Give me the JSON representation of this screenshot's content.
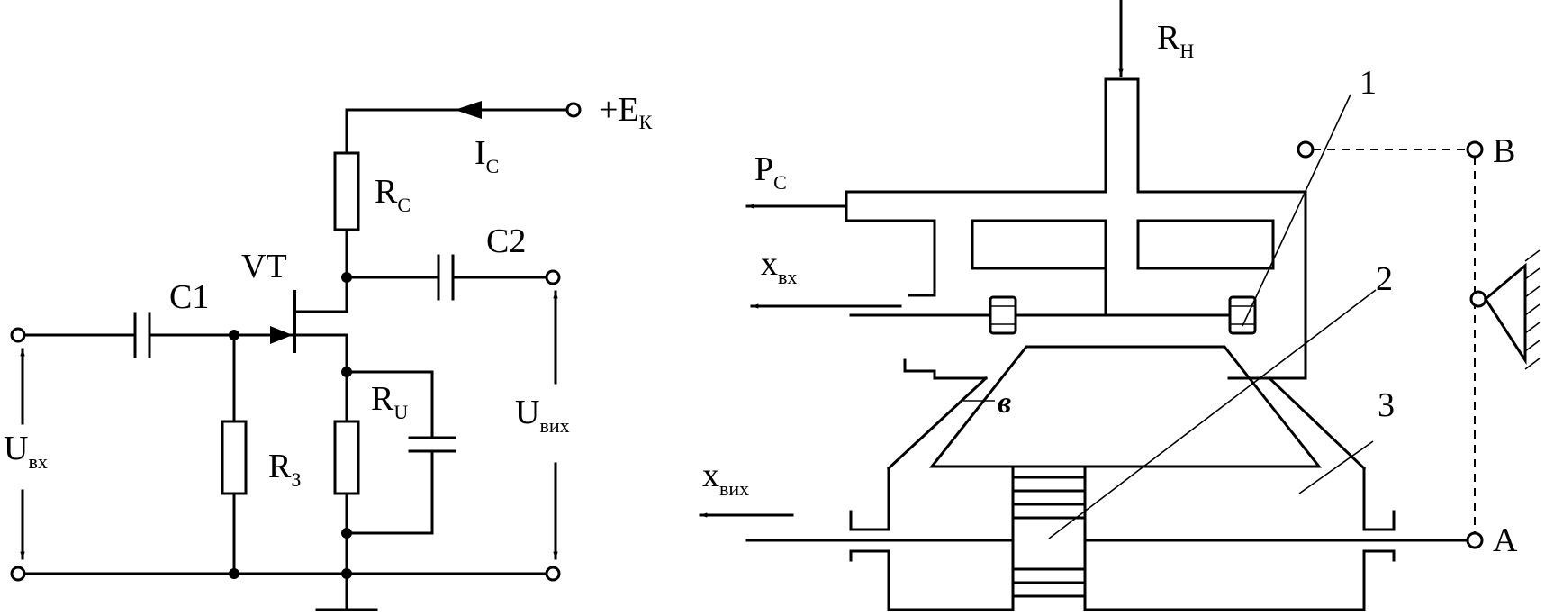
{
  "circuit": {
    "supply": {
      "main": "+E",
      "sub": "К"
    },
    "current": {
      "main": "I",
      "sub": "С"
    },
    "rc": {
      "main": "R",
      "sub": "С"
    },
    "ru": {
      "main": "R",
      "sub": "U"
    },
    "rz": {
      "main": "R",
      "sub": "З"
    },
    "c1": "C1",
    "c2": "C2",
    "transistor": "VT",
    "uin": {
      "main": "U",
      "sub": "вх"
    },
    "uout": {
      "main": "U",
      "sub": "вих"
    }
  },
  "valve": {
    "rn": {
      "main": "R",
      "sub": "Н"
    },
    "pc": {
      "main": "P",
      "sub": "С"
    },
    "xin": {
      "main": "x",
      "sub": "вх"
    },
    "xout": {
      "main": "x",
      "sub": "вих"
    },
    "callout_1": "1",
    "callout_2": "2",
    "callout_3": "3",
    "chamber_label": "в",
    "point_b": "B",
    "point_a": "A"
  }
}
